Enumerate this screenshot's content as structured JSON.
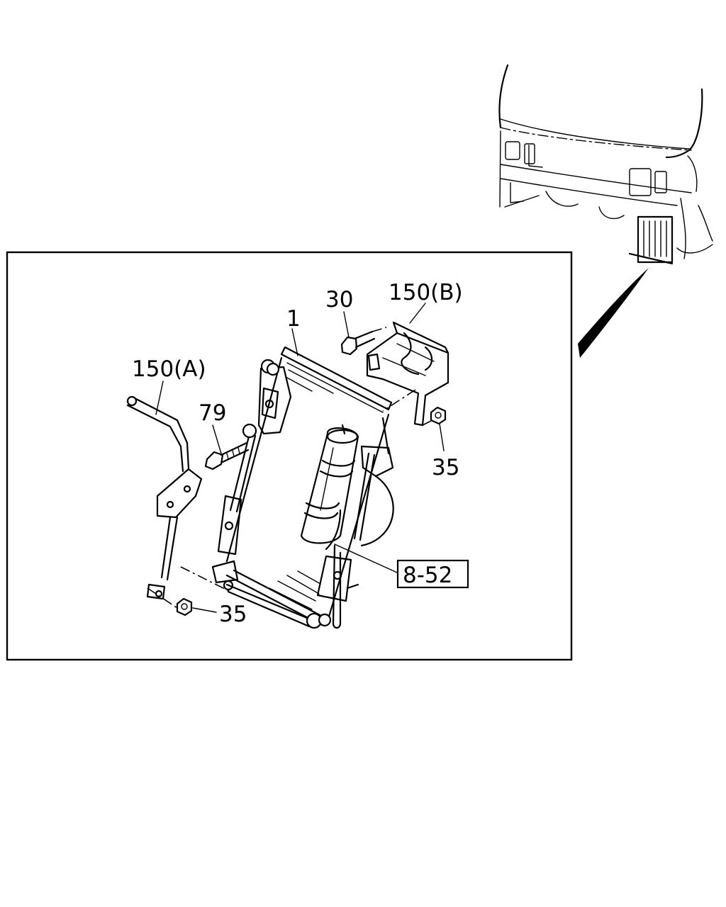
{
  "callouts": {
    "part_1": "1",
    "part_30": "30",
    "part_150b": "150(B)",
    "part_150a": "150(A)",
    "part_79": "79",
    "part_35_right": "35",
    "part_35_bottom": "35",
    "ref_8_52": "8-52"
  }
}
